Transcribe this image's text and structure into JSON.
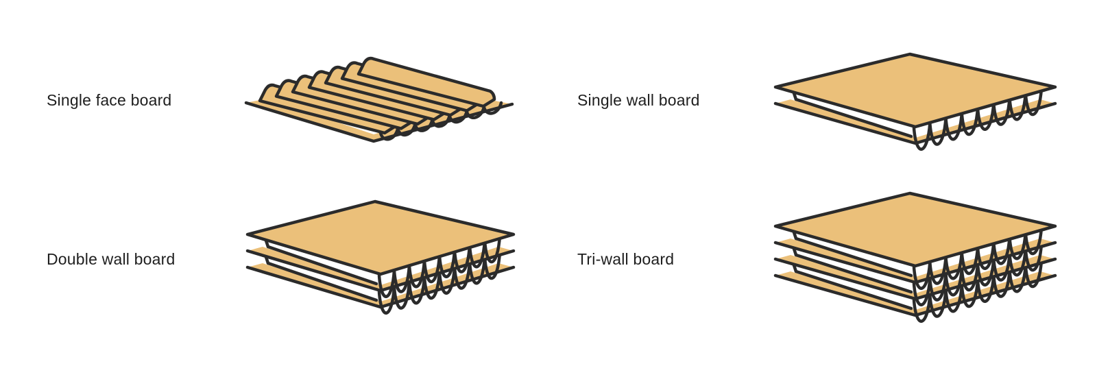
{
  "boards": [
    {
      "label": "Single face board",
      "walls": 0,
      "face_sheets": 1,
      "type": "single-face"
    },
    {
      "label": "Single wall board",
      "walls": 1,
      "face_sheets": 2,
      "type": "stack"
    },
    {
      "label": "Double wall board",
      "walls": 2,
      "face_sheets": 3,
      "type": "stack"
    },
    {
      "label": "Tri-wall board",
      "walls": 3,
      "face_sheets": 4,
      "type": "stack"
    }
  ],
  "colors": {
    "board_fill": "#EBC07A",
    "outline": "#2B2B2B",
    "text": "#1E1E1E",
    "background": "#FFFFFF"
  }
}
